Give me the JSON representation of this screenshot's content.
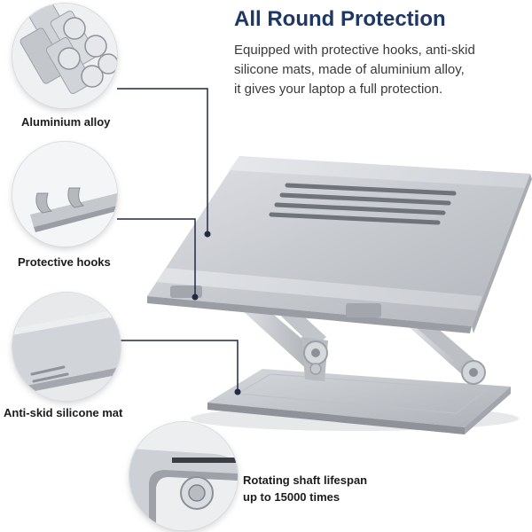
{
  "heading": "All Round Protection",
  "description_lines": [
    "Equipped with protective hooks, anti-skid",
    "silicone mats, made of aluminium alloy,",
    "it gives your laptop a full protection."
  ],
  "features": [
    {
      "label": "Aluminium alloy"
    },
    {
      "label": "Protective hooks"
    },
    {
      "label": "Anti-skid silicone mat"
    },
    {
      "label_lines": [
        "Rotating shaft lifespan",
        "up to 15000 times"
      ]
    }
  ],
  "colors": {
    "heading": "#1f3763",
    "callout_line": "#1f2a44",
    "aluminium": "#c9ccd1"
  }
}
